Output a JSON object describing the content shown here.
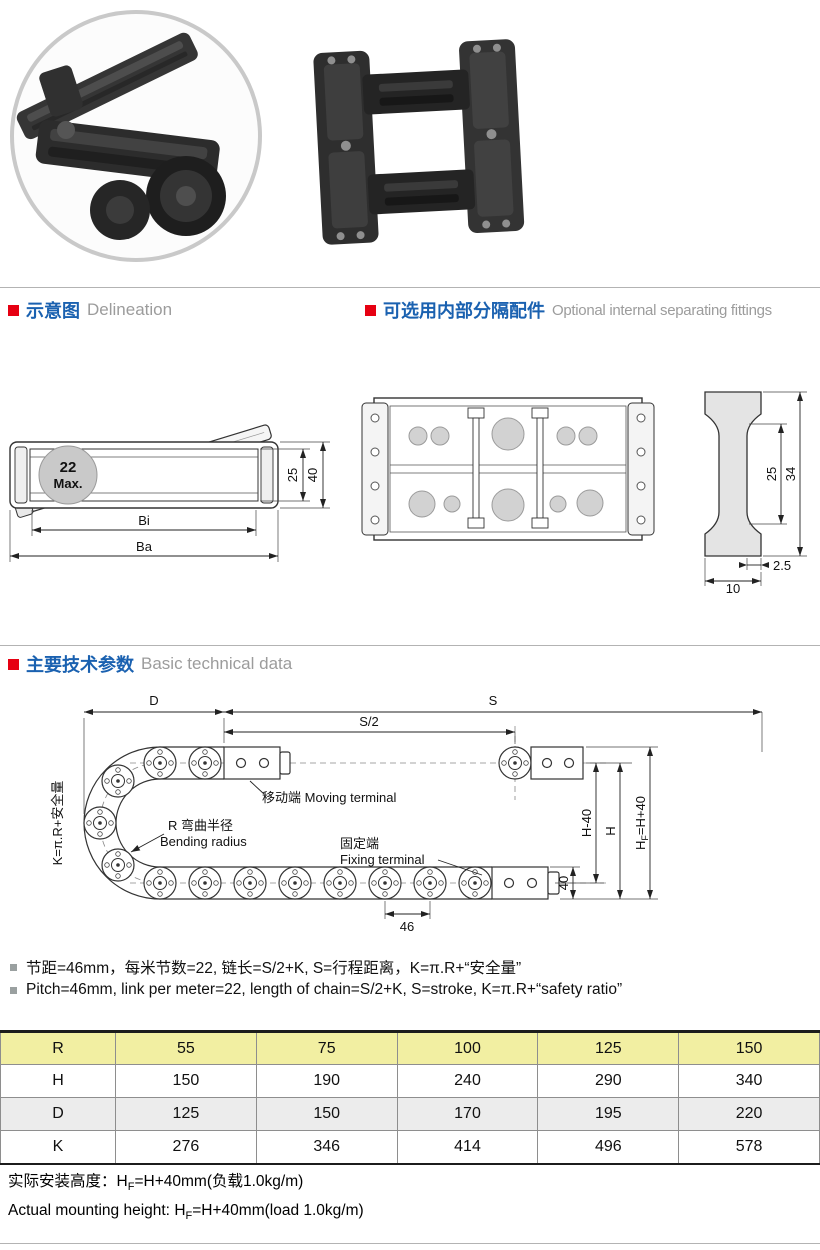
{
  "sections": {
    "delineation": {
      "cn": "示意图",
      "en": "Delineation"
    },
    "separating": {
      "cn": "可选用内部分隔配件",
      "en": "Optional internal separating fittings"
    },
    "technical": {
      "cn": "主要技术参数",
      "en": "Basic technical data"
    }
  },
  "delineation_drawing": {
    "ball_line1": "22",
    "ball_line2": "Max.",
    "dim_inner_height": "25",
    "dim_outer_height": "40",
    "dim_bi": "Bi",
    "dim_ba": "Ba"
  },
  "separator_profile": {
    "dim_inner": "25",
    "dim_outer": "34",
    "dim_thickness": "2.5",
    "dim_width": "10"
  },
  "bend_diagram": {
    "dim_d": "D",
    "dim_s": "S",
    "dim_s_half": "S/2",
    "label_moving": "移动端 Moving terminal",
    "label_bending_cn": "R 弯曲半径",
    "label_bending_en": "Bending radius",
    "label_fixing_cn": "固定端",
    "label_fixing_en": "Fixing terminal",
    "label_k": "K=π.R+安全量",
    "dim_h_minus_40": "H-40",
    "dim_h": "H",
    "hf_h": "H",
    "hf_sub": "F",
    "hf_rest": "=H+40",
    "dim_40": "40",
    "dim_46": "46"
  },
  "notes": {
    "cn": "节距=46mm，每米节数=22, 链长=S/2+K, S=行程距离，K=π.R+“安全量”",
    "en": "Pitch=46mm, link per meter=22, length of chain=S/2+K, S=stroke, K=π.R+“safety ratio”"
  },
  "table": {
    "rows": [
      {
        "label": "R",
        "values": [
          "55",
          "75",
          "100",
          "125",
          "150"
        ]
      },
      {
        "label": "H",
        "values": [
          "150",
          "190",
          "240",
          "290",
          "340"
        ]
      },
      {
        "label": "D",
        "values": [
          "125",
          "150",
          "170",
          "195",
          "220"
        ]
      },
      {
        "label": "K",
        "values": [
          "276",
          "346",
          "414",
          "496",
          "578"
        ]
      }
    ]
  },
  "footer": {
    "cn_label": "实际安装高度：",
    "en_label": "Actual mounting height: ",
    "h": "H",
    "sub": "F",
    "cn_rest": "=H+40mm(负载1.0kg/m)",
    "en_rest": "=H+40mm(load 1.0kg/m)"
  },
  "colors": {
    "accent_red": "#e60012",
    "heading_blue": "#1a61b0",
    "table_header_yellow": "#f2efa2"
  }
}
